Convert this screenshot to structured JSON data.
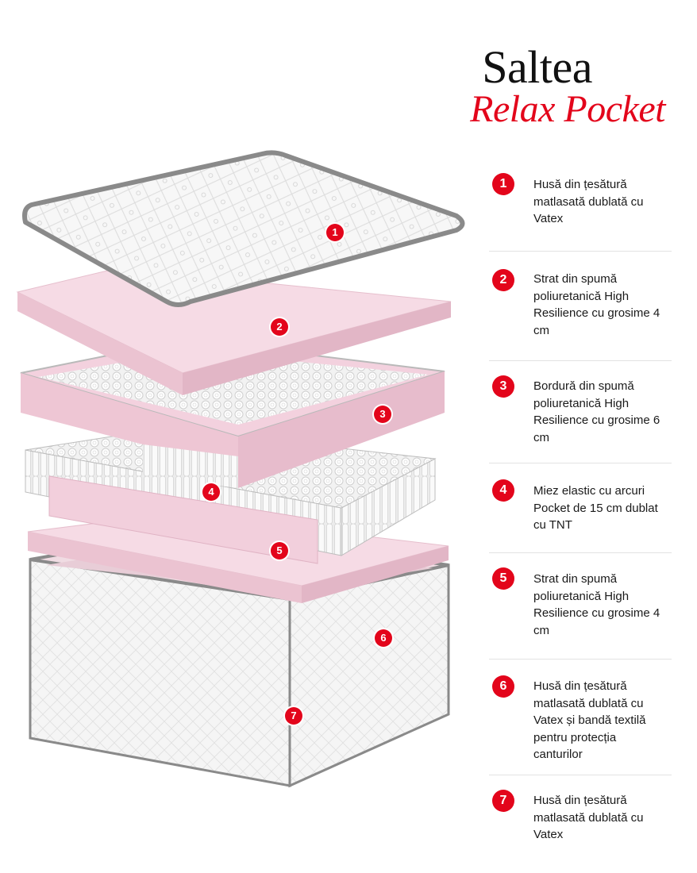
{
  "title": {
    "line1": "Saltea",
    "line2": "Relax Pocket"
  },
  "colors": {
    "accent": "#e3051b",
    "pink": "#f4d3df",
    "border": "#8a8a8a"
  },
  "layers": [
    {
      "num": "1",
      "text": "Husă din țesătură matlasată dublată cu Vatex"
    },
    {
      "num": "2",
      "text": "Strat din spumă poliuretanică High Resilience cu grosime 4 cm"
    },
    {
      "num": "3",
      "text": "Bordură din spumă poliuretanică High Resilience cu grosime 6 cm"
    },
    {
      "num": "4",
      "text": "Miez elastic cu arcuri Pocket de 15 cm dublat cu TNT"
    },
    {
      "num": "5",
      "text": "Strat din spumă poliuretanică High Resilience cu grosime 4 cm"
    },
    {
      "num": "6",
      "text": "Husă din țesătură matlasată dublată cu Vatex și bandă textilă pentru protecția canturilor"
    },
    {
      "num": "7",
      "text": "Husă din țesătură matlasată dublată cu Vatex"
    }
  ]
}
